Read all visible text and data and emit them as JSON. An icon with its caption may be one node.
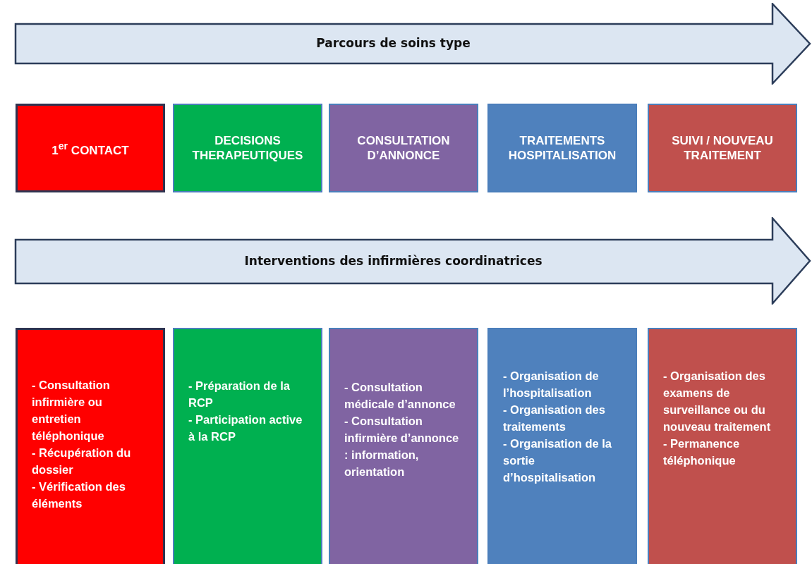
{
  "diagram": {
    "nodes": [
      {
        "text": [
          "Parcours de soins type"
        ]
      },
      {
        "text": [
          "1$^{er}$ CONTACT"
        ]
      },
      {
        "text": [
          "DECISIONS THERAPEUTIQUES"
        ]
      },
      {
        "text": [
          "CONSULTATION D’ANNONCE"
        ]
      },
      {
        "text": [
          "TRAITEMENTS HOSPITALISATION"
        ]
      },
      {
        "text": [
          "SUIVI / NOUVEAU TRAITEMENT"
        ]
      },
      {
        "text": [
          "Interventions des infirmières coordinatrices"
        ]
      },
      {
        "text": [
          "- Consultation infirmière ou entretien téléphonique",
          "- Récupération du dossier",
          "- Vérification des éléments"
        ]
      },
      {
        "text": [
          "- Préparation de la RCP",
          "- Participation active à la RCP"
        ]
      },
      {
        "text": [
          "- Consultation médicale d’annonce",
          "- Consultation infirmière d’annonce : information, orientation"
        ]
      },
      {
        "text": [
          "- Organisation de l’hospitalisation",
          "- Organisation des traitements",
          "- Organisation de la sortie d’hospitalisation"
        ]
      },
      {
        "text": [
          "- Organisation des examens de surveillance ou du nouveau traitement",
          "- Permanence téléphonique"
        ]
      }
    ]
  }
}
